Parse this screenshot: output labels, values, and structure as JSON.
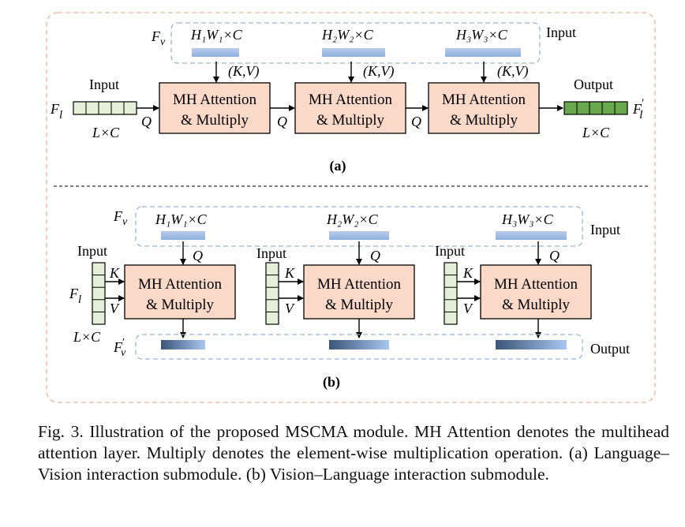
{
  "sub_a": {
    "fv_label": "F",
    "fv_sub": "v",
    "input_label": "Input",
    "dims": [
      "H₁W₁×C",
      "H₂W₂×C",
      "H₃W₃×C"
    ],
    "kv_label": "(K,V)",
    "q_label": "Q",
    "fl_label": "F",
    "fl_sub": "l",
    "lang_input_label": "Input",
    "lang_dim": "L×C",
    "out_label": "Output",
    "out_sym": "F",
    "out_sub": "l",
    "out_prime": "′",
    "out_dim": "L×C",
    "blocks": [
      {
        "line1": "MH Attention",
        "line2": "& Multiply"
      },
      {
        "line1": "MH Attention",
        "line2": "& Multiply"
      },
      {
        "line1": "MH Attention",
        "line2": "& Multiply"
      }
    ],
    "tag": "(a)"
  },
  "sub_b": {
    "fv_label": "F",
    "fv_sub": "v",
    "input_label": "Input",
    "dims": [
      "H₁W₁×C",
      "H₂W₂×C",
      "H₃W₃×C"
    ],
    "q_label": "Q",
    "k_label": "K",
    "v_label": "V",
    "lang_input_label": "Input",
    "fl_label": "F",
    "fl_sub": "l",
    "lang_dim": "L×C",
    "out_sym": "F",
    "out_sub": "v",
    "out_prime": "′",
    "output_label": "Output",
    "blocks": [
      {
        "line1": "MH Attention",
        "line2": "& Multiply"
      },
      {
        "line1": "MH Attention",
        "line2": "& Multiply"
      },
      {
        "line1": "MH Attention",
        "line2": "& Multiply"
      }
    ],
    "tag": "(b)"
  },
  "caption": "Fig. 3.   Illustration of the proposed MSCMA module. MH Attention denotes the multihead attention layer. Multiply denotes the element-wise multiplication operation. (a) Language–Vision interaction submodule. (b) Vision–Language interaction submodule.",
  "colors": {
    "outer_border": "#f2b59a",
    "vision_border": "#9bb4d8",
    "block_fill": "#fbd9c8",
    "lang_fill": "#e6f0d8",
    "out_fill": "#6aa84f",
    "vision_bar": "#9bb6e0"
  }
}
